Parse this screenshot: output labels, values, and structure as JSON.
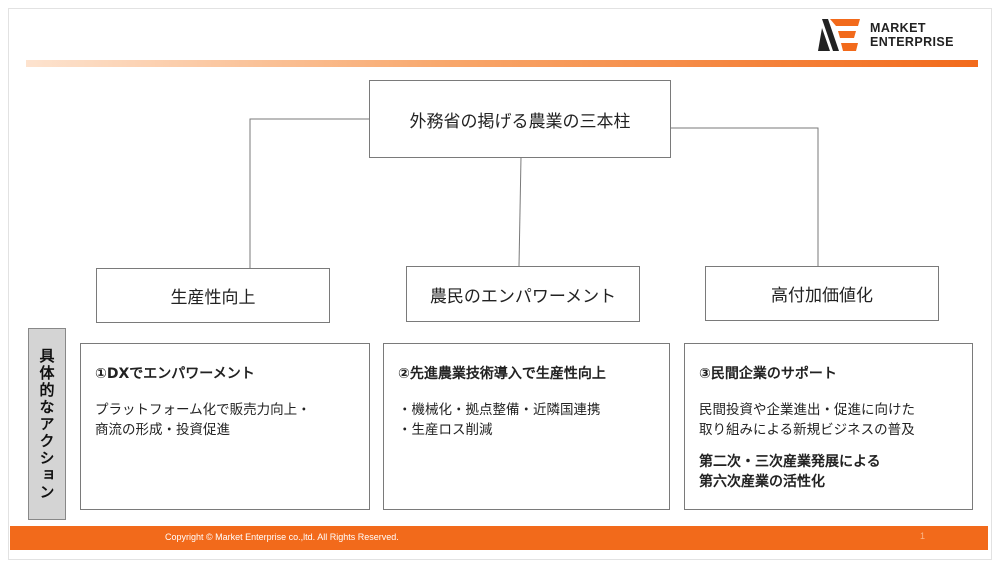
{
  "brand": {
    "logo_line1": "MARKET",
    "logo_line2": "ENTERPRISE",
    "accent_color": "#f26a1b",
    "dark_color": "#222222"
  },
  "root": {
    "label": "外務省の掲げる農業の三本柱"
  },
  "pillars": [
    {
      "label": "生産性向上"
    },
    {
      "label": "農民のエンパワーメント"
    },
    {
      "label": "高付加価値化"
    }
  ],
  "side_label": "具体的なアクション",
  "actions": [
    {
      "title": "①DXでエンパワーメント",
      "lines": [
        "プラットフォーム化で販売力向上・",
        "商流の形成・投資促進"
      ]
    },
    {
      "title": "②先進農業技術導入で生産性向上",
      "lines": [
        "・機械化・拠点整備・近隣国連携",
        "・生産ロス削減"
      ]
    },
    {
      "title": "③民間企業のサポート",
      "lines": [
        "民間投資や企業進出・促進に向けた",
        "取り組みによる新規ビジネスの普及"
      ],
      "bold_lines": [
        "第二次・三次産業発展による",
        "第六次産業の活性化"
      ]
    }
  ],
  "footer": {
    "copyright": "Copyright © Market Enterprise co.,ltd. All Rights Reserved.",
    "page_number": "1"
  }
}
